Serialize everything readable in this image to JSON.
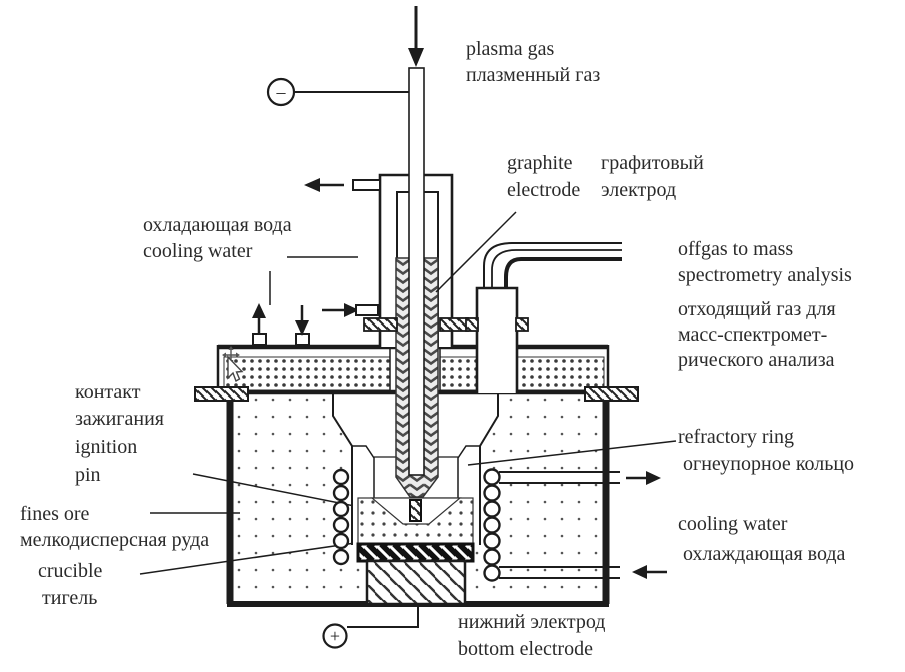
{
  "figure": {
    "type": "technical-diagram",
    "subject": "plasma furnace with graphite electrode, bilingual English/Russian labels"
  },
  "colors": {
    "line": "#1c1c1c",
    "text": "#2b2b2b",
    "background": "#ffffff"
  },
  "labels": {
    "plasma_gas_en": "plasma gas",
    "plasma_gas_ru": "плазменный газ",
    "graphite_en_line1": "graphite",
    "graphite_en_line2": "electrode",
    "graphite_ru_line1": "графитовый",
    "graphite_ru_line2": "электрод",
    "cooling_left_ru": "охладающая вода",
    "cooling_left_en": "cooling water",
    "offgas_en_line1": "offgas to mass",
    "offgas_en_line2": "spectrometry analysis",
    "offgas_ru_line1": "отходящий газ для",
    "offgas_ru_line2": "масс-спектромет-",
    "offgas_ru_line3": "рического анализа",
    "ignition_ru_line1": "контакт",
    "ignition_ru_line2": "зажигания",
    "ignition_en_line1": "ignition",
    "ignition_en_line2": "pin",
    "fines_ore_en": "fines ore",
    "fines_ore_ru": "мелкодисперсная руда",
    "crucible_en": "crucible",
    "crucible_ru": "тигель",
    "refractory_en": "refractory ring",
    "refractory_ru": "огнеупорное кольцо",
    "cooling_right_en": "cooling water",
    "cooling_right_ru": "охлаждающая вода",
    "bottom_electrode_ru": "нижний электрод",
    "bottom_electrode_en": "bottom electrode",
    "minus_terminal": "–",
    "plus_terminal": "+"
  }
}
